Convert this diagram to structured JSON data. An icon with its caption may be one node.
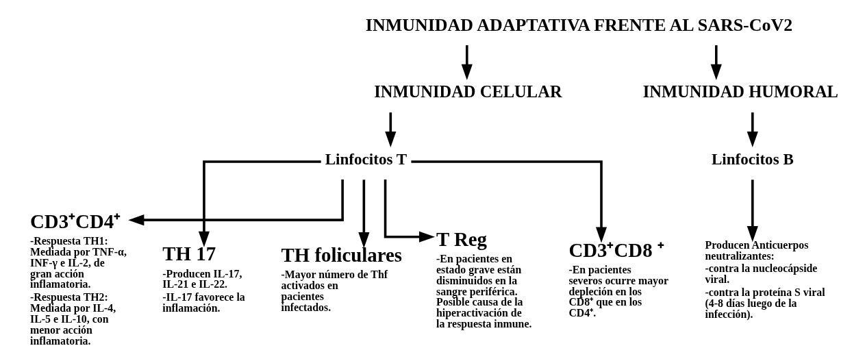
{
  "diagram": {
    "nodes": [
      {
        "text": [
          "INMUNIDAD ADAPTATIVA FRENTE AL SARS-CoV2"
        ]
      },
      {
        "text": [
          "INMUNIDAD CELULAR"
        ]
      },
      {
        "text": [
          "INMUNIDAD HUMORAL"
        ]
      },
      {
        "text": [
          "Linfocitos T"
        ]
      },
      {
        "text": [
          "Linfocitos B"
        ]
      },
      {
        "text": [
          "CD3⁺CD4⁺",
          "-Respuesta TH1: Mediada por TNF-α, INF-γ e IL-2, de gran acción inflamatoria.",
          "-Respuesta TH2: Mediada por IL-4, IL-5 e IL-10, con menor acción inflamatoria."
        ]
      },
      {
        "text": [
          "TH 17",
          "-Producen IL-17, IL-21 e IL-22.",
          "-IL-17 favorece la inflamación."
        ]
      },
      {
        "text": [
          "TH foliculares",
          "-Mayor número de Thf activados en pacientes infectados."
        ]
      },
      {
        "text": [
          "T Reg",
          "-En pacientes en estado grave están disminuidos en la sangre periférica. Posible causa de la hiperactivación de la respuesta inmune."
        ]
      },
      {
        "text": [
          "CD3⁺CD8 ⁺",
          "-En pacientes severos ocurre mayor depleción en los CD8⁺ que en los CD4⁺."
        ]
      },
      {
        "text": [
          "Producen Anticuerpos neutralizantes:",
          "-contra la nucleocápside viral.",
          "-contra la proteína S viral (4-8 días luego de la infección)."
        ]
      }
    ],
    "edges": [
      {
        "from": 0,
        "to": 1,
        "arrow": "to"
      },
      {
        "from": 0,
        "to": 2,
        "arrow": "to"
      },
      {
        "from": 1,
        "to": 3,
        "arrow": "to"
      },
      {
        "from": 2,
        "to": 4,
        "arrow": "to"
      },
      {
        "from": 3,
        "to": 5,
        "arrow": "to"
      },
      {
        "from": 3,
        "to": 6,
        "arrow": "to"
      },
      {
        "from": 3,
        "to": 7,
        "arrow": "to"
      },
      {
        "from": 3,
        "to": 8,
        "arrow": "to"
      },
      {
        "from": 3,
        "to": 9,
        "arrow": "to"
      },
      {
        "from": 4,
        "to": 10,
        "arrow": "to"
      }
    ]
  }
}
